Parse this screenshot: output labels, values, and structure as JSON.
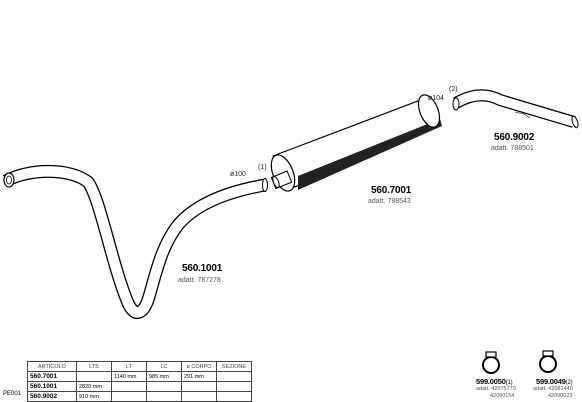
{
  "parts": {
    "front_pipe": {
      "code": "560.1001",
      "adatt": "adatt. 787278",
      "dia": "ø100"
    },
    "muffler": {
      "code": "560.7001",
      "adatt": "adatt. 788543",
      "ref": "(1)",
      "dia": "ø104"
    },
    "tail_pipe": {
      "code": "560.9002",
      "adatt": "adatt. 788501",
      "ref": "(2)"
    }
  },
  "clamps": [
    {
      "code": "599.0050",
      "ref": "(1)",
      "adatt": "adatt. 42075779",
      "extra": "42090154"
    },
    {
      "code": "599.0049",
      "ref": "(2)",
      "adatt": "adatt. 42081440",
      "extra": "42090023"
    }
  ],
  "table": {
    "prefix": "PE001",
    "headers": [
      "ARTICOLO",
      "LTS",
      "LT",
      "LC",
      "ø CORPO",
      "SEZIONE"
    ],
    "rows": [
      [
        "560.7001",
        "",
        "1140 mm",
        "985 mm",
        "291 mm",
        ""
      ],
      [
        "560.1001",
        "2820 mm",
        "",
        "",
        "",
        ""
      ],
      [
        "560.9002",
        "910 mm",
        "",
        "",
        "",
        ""
      ]
    ]
  }
}
